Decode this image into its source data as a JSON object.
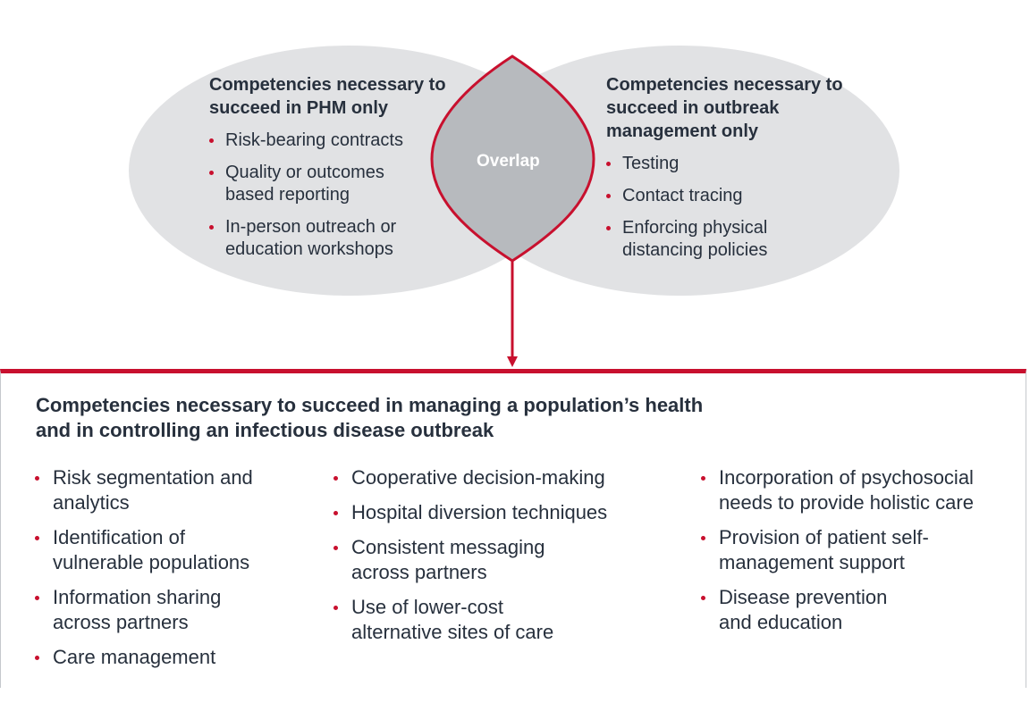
{
  "venn": {
    "left": {
      "title": "Competencies necessary to succeed in PHM only",
      "items": [
        "Risk-bearing contracts",
        "Quality or outcomes based reporting",
        "In-person outreach or education workshops"
      ]
    },
    "overlap_label": "Overlap",
    "right": {
      "title": "Competencies necessary to succeed in outbreak management only",
      "items": [
        "Testing",
        "Contact tracing",
        "Enforcing physical distancing policies"
      ]
    }
  },
  "bottom": {
    "title": "Competencies necessary to succeed in managing a population’s health and in controlling an infectious disease outbreak",
    "columns": [
      [
        "Risk segmentation and analytics",
        "Identification of vulnerable populations",
        "Information sharing across partners",
        "Care management"
      ],
      [
        "Cooperative decision-making",
        "Hospital diversion techniques",
        "Consistent messaging across partners",
        "Use of lower-cost alternative sites of care"
      ],
      [
        "Incorporation of psychosocial needs to provide holistic care",
        "Provision of patient self-management support",
        "Disease prevention and education"
      ]
    ]
  },
  "colors": {
    "accent": "#c8102e",
    "ellipse": "#e1e2e4",
    "lens": "#b7babe",
    "text": "#27303d"
  }
}
